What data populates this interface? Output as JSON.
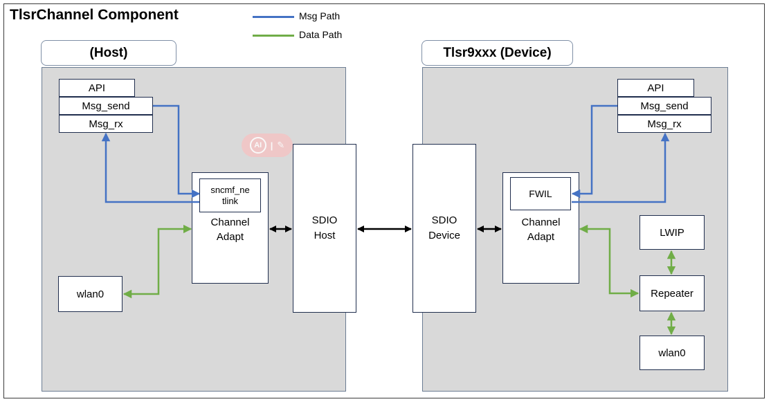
{
  "title": "TlsrChannel Component",
  "legend": {
    "msg": {
      "label": "Msg Path",
      "color": "#4472c4"
    },
    "data": {
      "label": "Data Path",
      "color": "#70ad47"
    }
  },
  "host": {
    "label": "(Host)",
    "api": "API",
    "msg_send": "Msg_send",
    "msg_rx": "Msg_rx",
    "netlink": "sncmf_ne tlink",
    "channel_adapt": "Channel Adapt",
    "sdio": "SDIO Host",
    "wlan": "wlan0"
  },
  "device": {
    "label": "Tlsr9xxx (Device)",
    "api": "API",
    "msg_send": "Msg_send",
    "msg_rx": "Msg_rx",
    "fwil": "FWIL",
    "channel_adapt": "Channel Adapt",
    "sdio": "SDIO Device",
    "lwip": "LWIP",
    "repeater": "Repeater",
    "wlan": "wlan0"
  },
  "colors": {
    "msg": "#4472c4",
    "data": "#70ad47",
    "link": "#000000"
  }
}
